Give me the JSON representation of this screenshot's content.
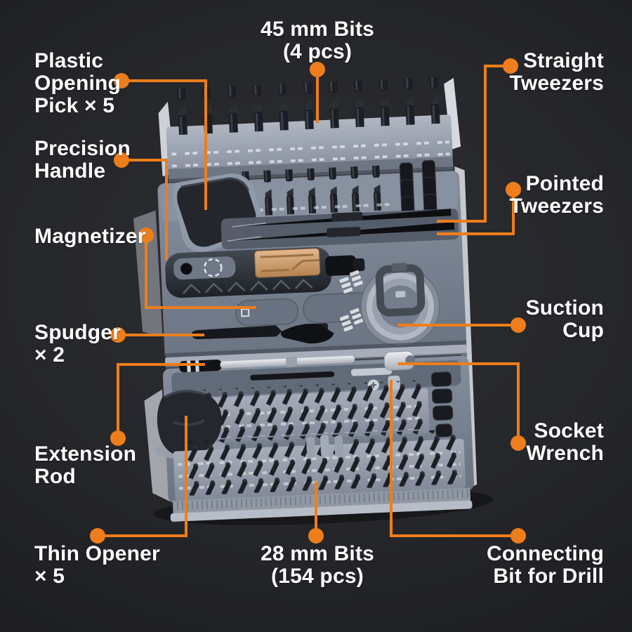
{
  "colors": {
    "accent": "#EE7D1B",
    "label_text": "#FFFFFF",
    "background_center": "#2D2E32",
    "background_edge": "#141518"
  },
  "product": {
    "name": "precision screwdriver bit toolkit"
  },
  "callouts": [
    {
      "id": "bits-45mm",
      "lines": [
        "45 mm Bits",
        "(4 pcs)"
      ]
    },
    {
      "id": "plastic-opening-pick",
      "lines": [
        "Plastic",
        "Opening",
        "Pick × 5"
      ]
    },
    {
      "id": "precision-handle",
      "lines": [
        "Precision",
        "Handle"
      ]
    },
    {
      "id": "magnetizer",
      "lines": [
        "Magnetizer"
      ]
    },
    {
      "id": "spudger",
      "lines": [
        "Spudger",
        "× 2"
      ]
    },
    {
      "id": "extension-rod",
      "lines": [
        "Extension",
        "Rod"
      ]
    },
    {
      "id": "thin-opener",
      "lines": [
        "Thin Opener",
        "× 5"
      ]
    },
    {
      "id": "bits-28mm",
      "lines": [
        "28 mm Bits",
        "(154 pcs)"
      ]
    },
    {
      "id": "straight-tweezers",
      "lines": [
        "Straight",
        "Tweezers"
      ]
    },
    {
      "id": "pointed-tweezers",
      "lines": [
        "Pointed",
        "Tweezers"
      ]
    },
    {
      "id": "suction-cup",
      "lines": [
        "Suction",
        "Cup"
      ]
    },
    {
      "id": "socket-wrench",
      "lines": [
        "Socket",
        "Wrench"
      ]
    },
    {
      "id": "connecting-bit",
      "lines": [
        "Connecting",
        "Bit for Drill"
      ]
    }
  ]
}
